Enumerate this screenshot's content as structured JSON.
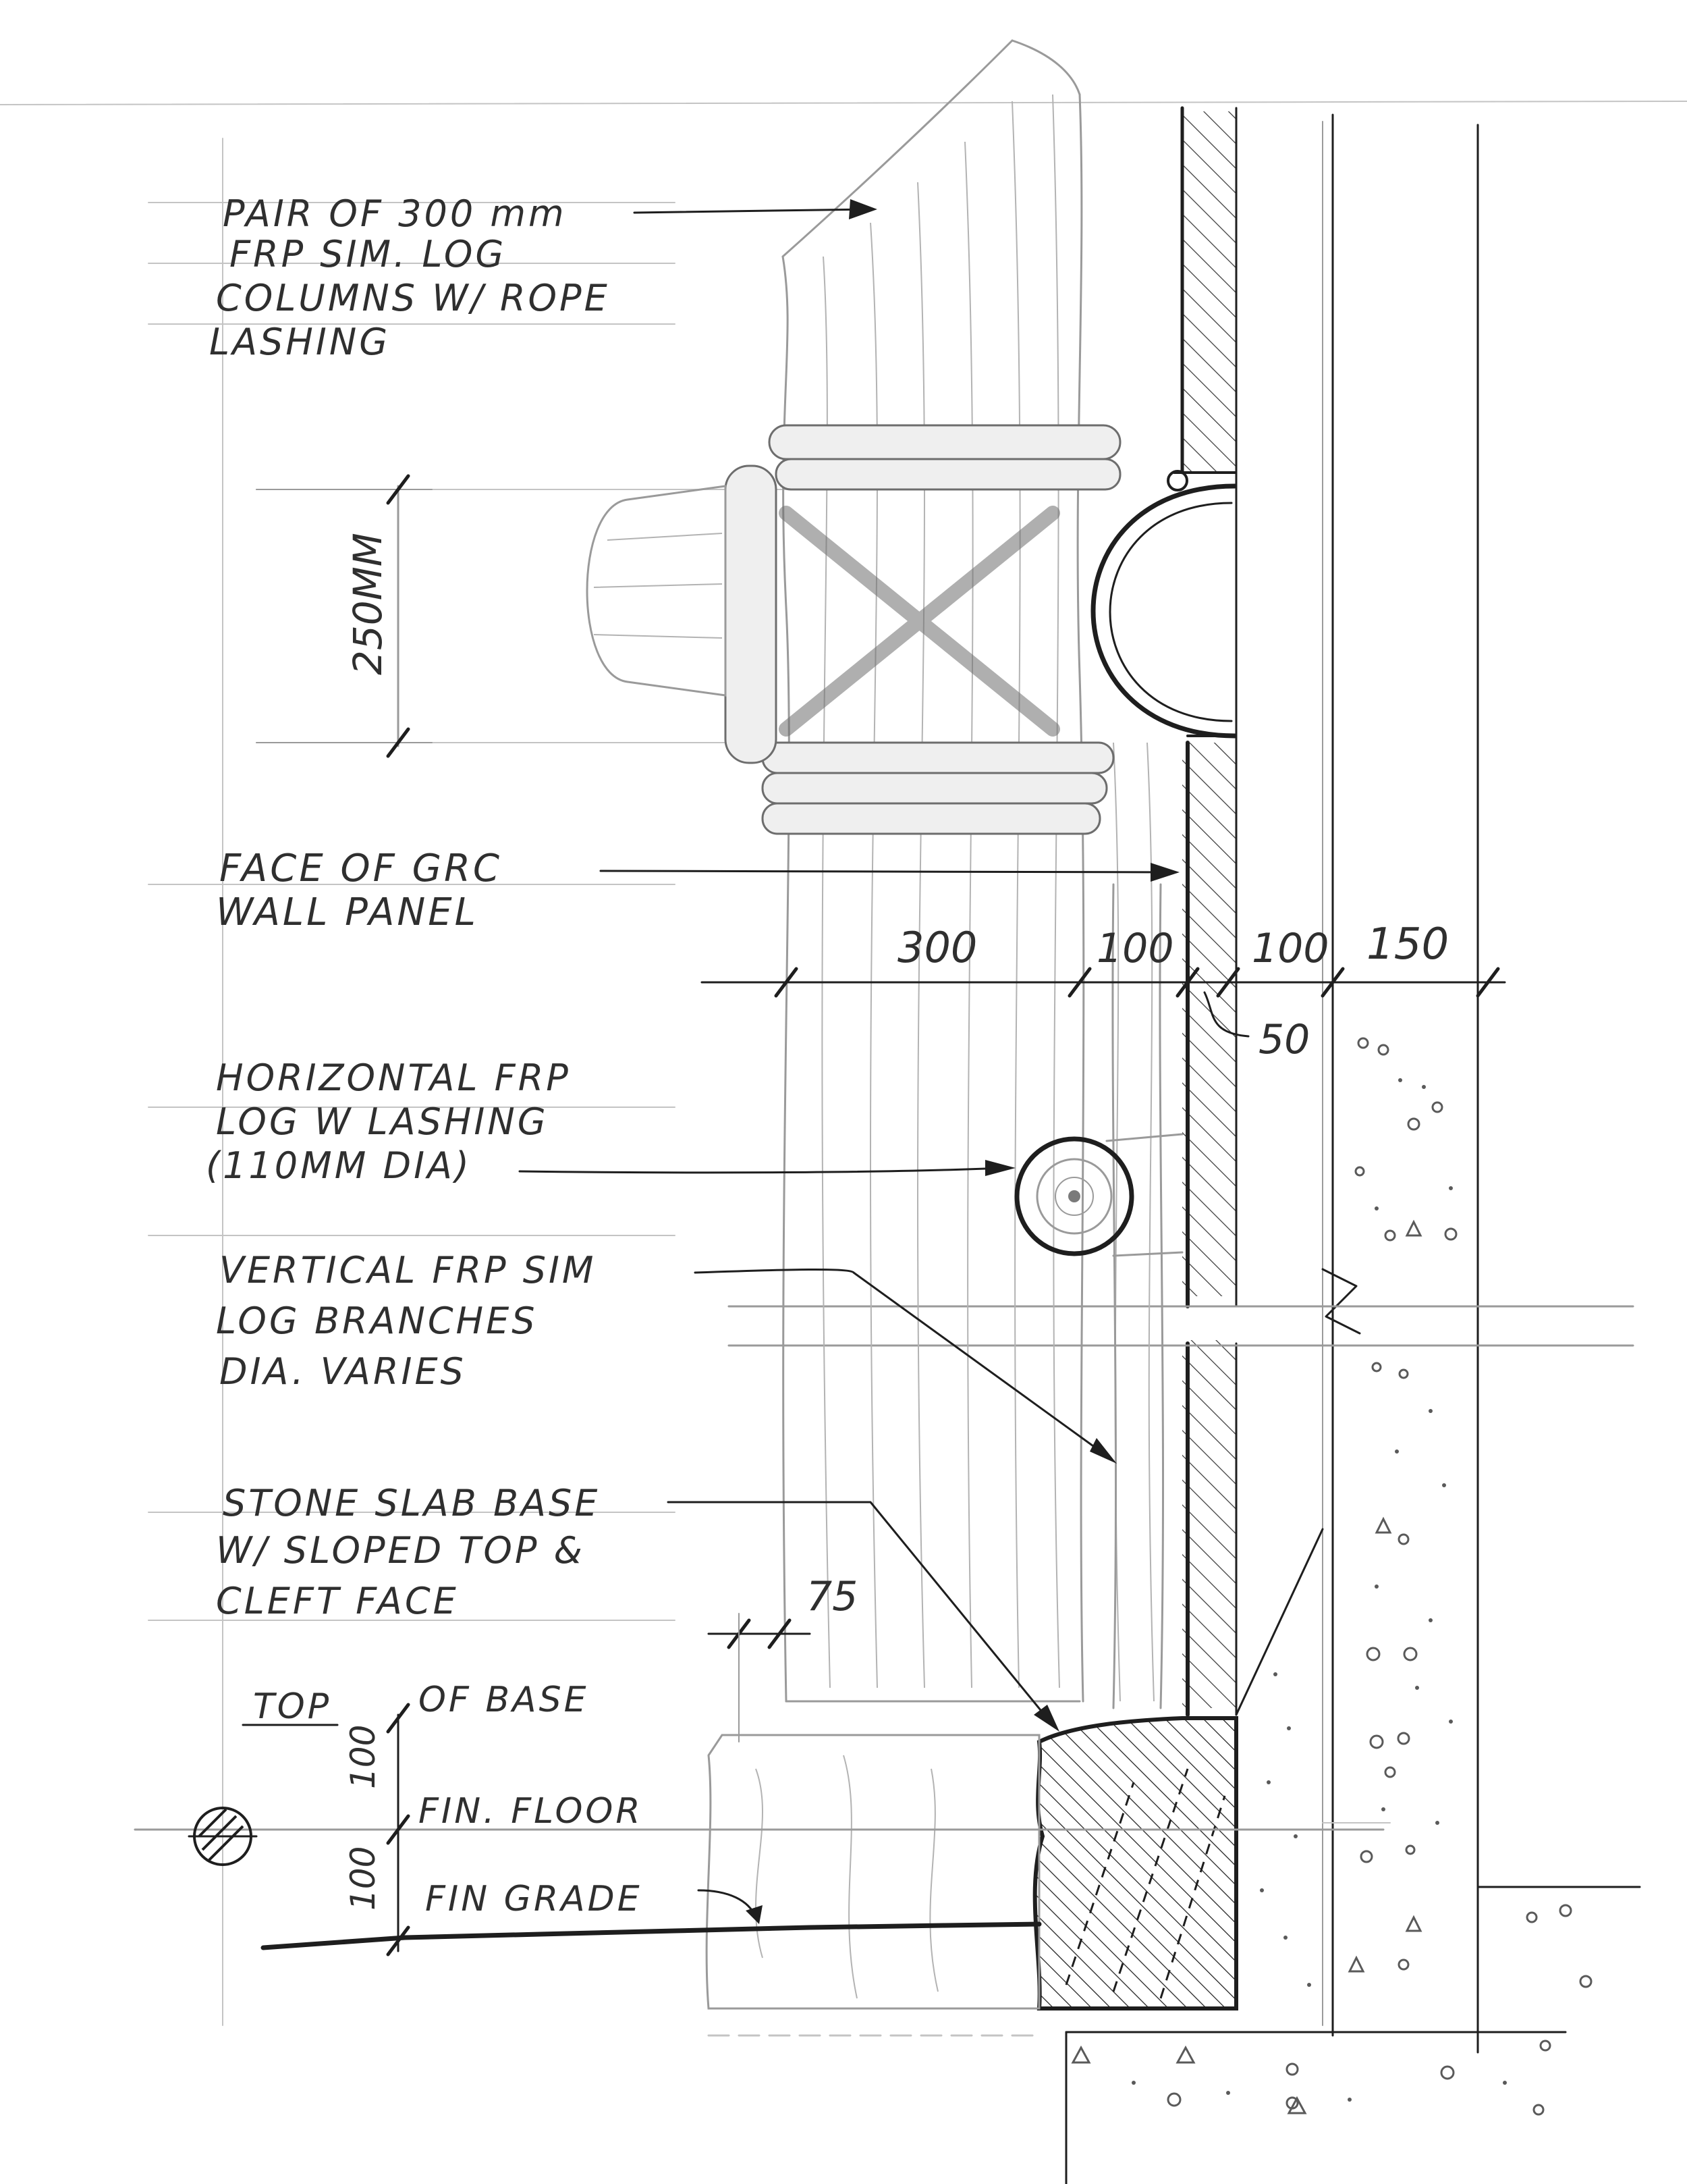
{
  "notes": {
    "columns": [
      "PAIR OF 300 mm",
      "FRP SIM. LOG",
      "COLUMNS W/ ROPE",
      "LASHING"
    ],
    "grc_panel": [
      "FACE OF GRC",
      "WALL PANEL"
    ],
    "horizontal_log": [
      "HORIZONTAL FRP",
      "LOG W LASHING",
      "(110MM DIA)"
    ],
    "vertical_branches": [
      "VERTICAL FRP SIM",
      "LOG BRANCHES",
      "DIA. VARIES"
    ],
    "stone_base": [
      "STONE SLAB BASE",
      "W/ SLOPED TOP &",
      "CLEFT FACE"
    ]
  },
  "levels": {
    "top_of_base": [
      "TOP",
      "OF BASE"
    ],
    "fin_floor": "FIN. FLOOR",
    "fin_grade": "FIN GRADE"
  },
  "dimensions": {
    "lashing_height": "250MM",
    "d300": "300",
    "d100a": "100",
    "d100b": "100",
    "d150": "150",
    "d50": "50",
    "d75": "75",
    "base_height": "100",
    "floor_to_grade": "100"
  },
  "colors": {
    "ink": "#1e1e1e",
    "pencil": "#9a9a9a",
    "paper": "#ffffff"
  }
}
